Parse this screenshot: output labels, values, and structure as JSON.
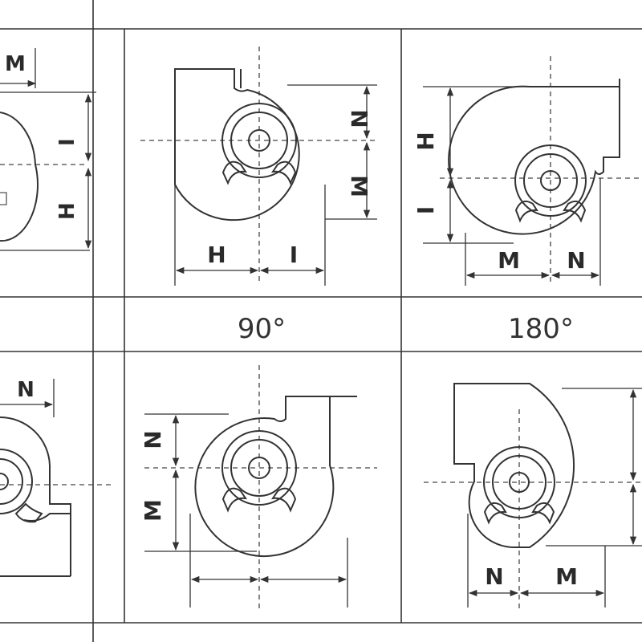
{
  "captions": {
    "rot90": "90°",
    "rot180": "180°"
  },
  "dims": {
    "H": "H",
    "I": "I",
    "M": "M",
    "N": "N"
  }
}
